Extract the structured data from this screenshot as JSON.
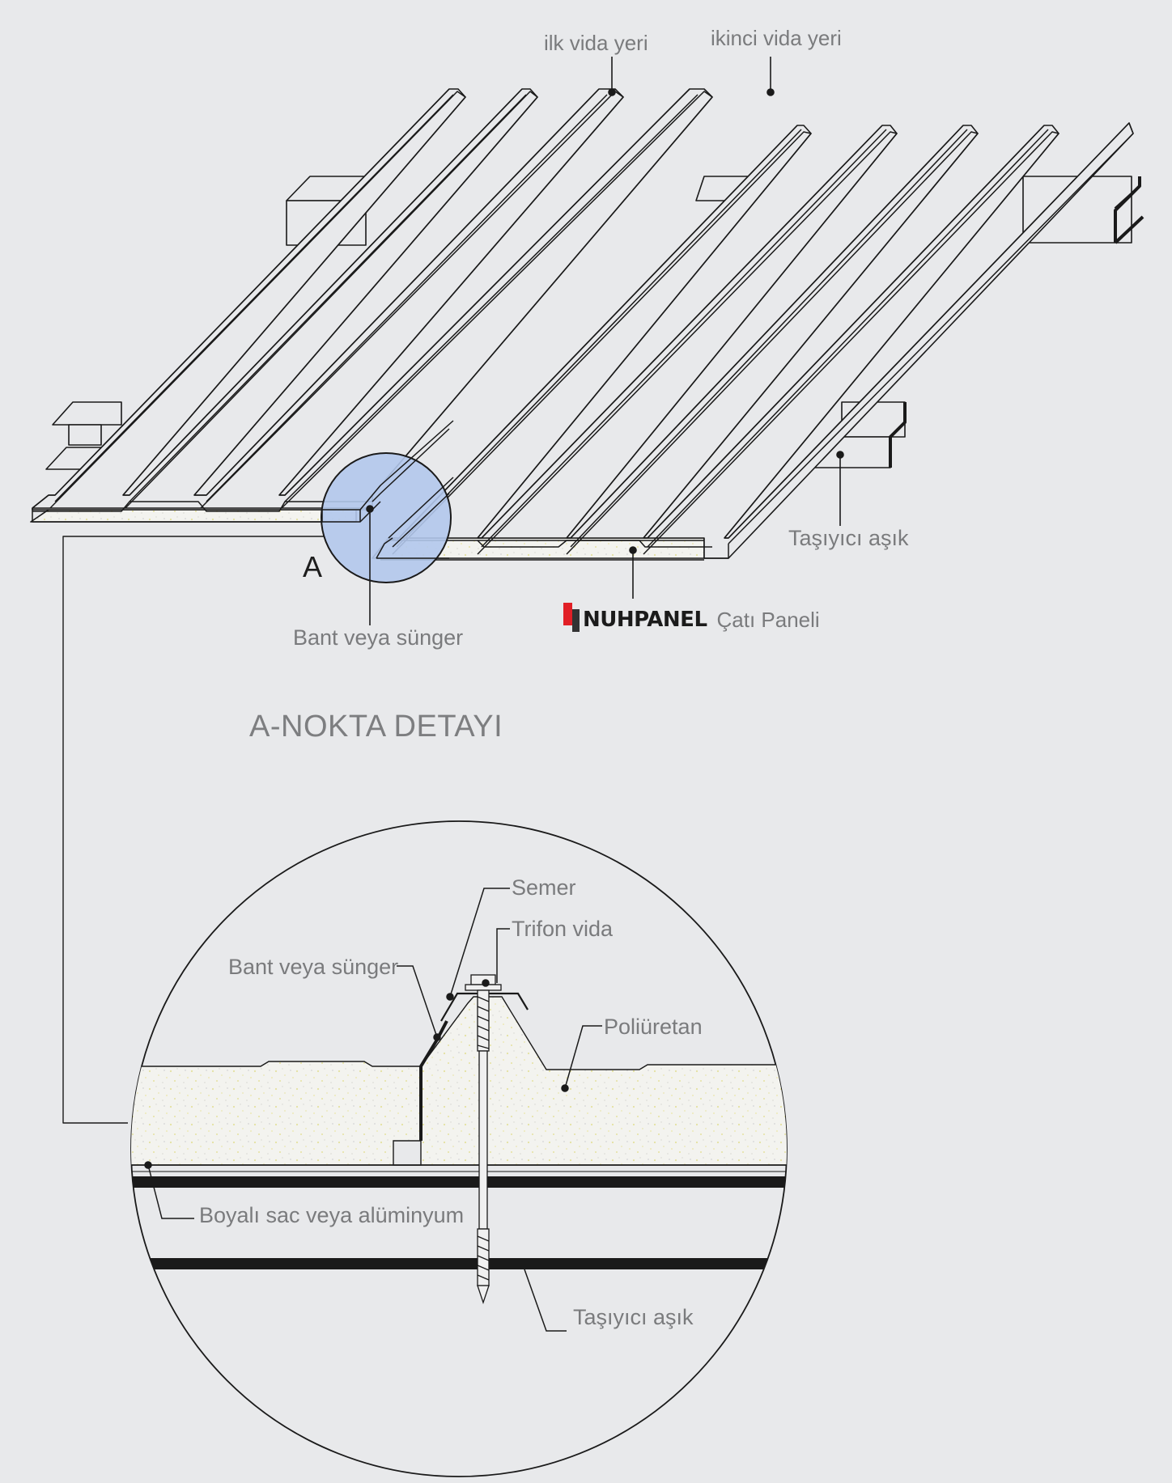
{
  "labels": {
    "first_screw": "ilk vida yeri",
    "second_screw": "ikinci vida yeri",
    "purlin_top": "Taşıyıcı aşık",
    "marker_a": "A",
    "tape_top": "Bant veya sünger",
    "brand_name": "NUHPANEL",
    "brand_suffix": "Çatı Paneli",
    "detail_title": "A-NOKTA DETAYI",
    "saddle": "Semer",
    "screw": "Trifon vida",
    "tape_detail": "Bant veya sünger",
    "polyurethane": "Poliüretan",
    "sheet": "Boyalı sac veya alüminyum",
    "purlin_detail": "Taşıyıcı aşık"
  },
  "colors": {
    "background": "#e8e9eb",
    "line": "#1a1a1a",
    "foam": "#f3f3ef",
    "foam_speck": "#e7e4a6",
    "highlight": "#b3c8ec",
    "label": "#7a7b7d",
    "brand_red": "#e11f26"
  }
}
